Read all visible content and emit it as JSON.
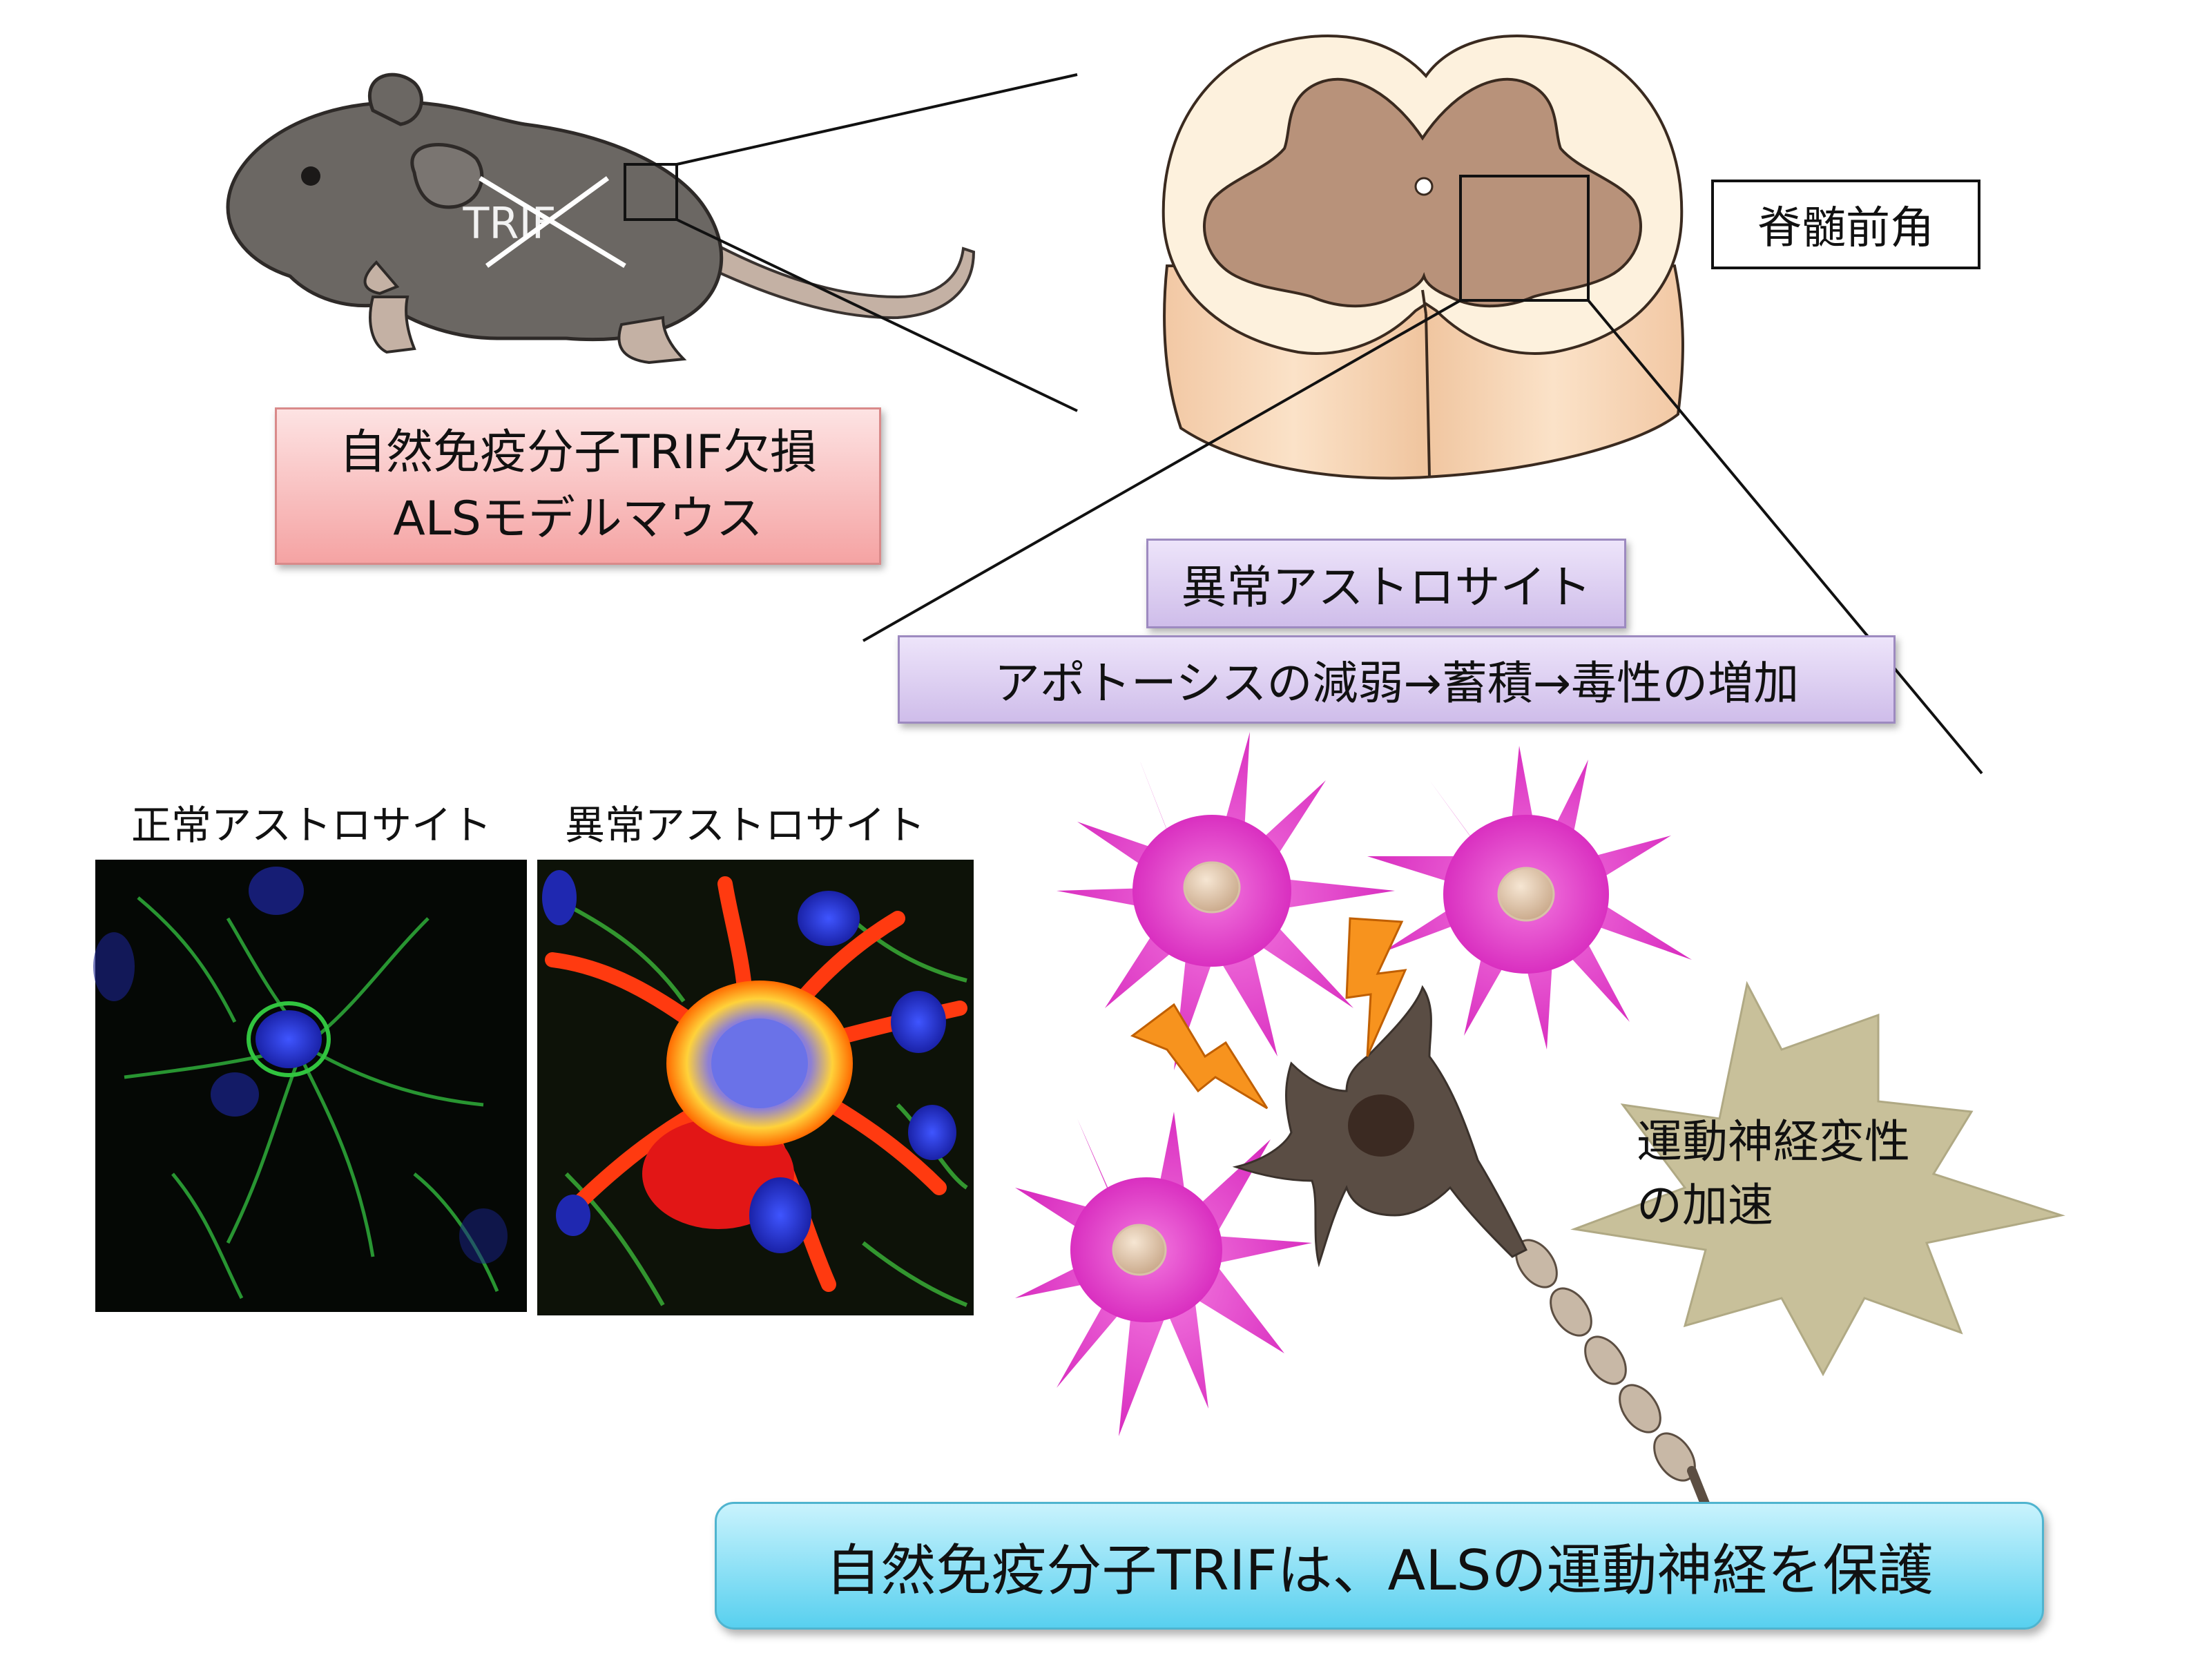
{
  "mouse": {
    "gene_label": "TRIF",
    "caption_line1": "自然免疫分子TRIF欠損",
    "caption_line2": "ALSモデルマウス"
  },
  "spinal_cord": {
    "region_label": "脊髄前角"
  },
  "mechanism": {
    "abnormal_astrocyte_label": "異常アストロサイト",
    "process_label": "アポトーシスの減弱→蓄積→毒性の増加"
  },
  "micrographs": {
    "normal_label": "正常アストロサイト",
    "abnormal_label": "異常アストロサイト"
  },
  "outcome": {
    "burst_line1": "運動神経変性",
    "burst_line2": "の加速"
  },
  "conclusion": {
    "text": "自然免疫分子TRIFは、ALSの運動神経を保護"
  },
  "colors": {
    "mouse_body": "#6b6763",
    "caption_pink": "#f7b7b7",
    "purple_box": "#ddd0f0",
    "astrocyte_magenta": "#e43cc8",
    "neuron_brown": "#5a4d44",
    "burst_khaki": "#c8c09a",
    "conclusion_cyan": "#8fe4f7",
    "lightning_orange": "#f7931e"
  }
}
